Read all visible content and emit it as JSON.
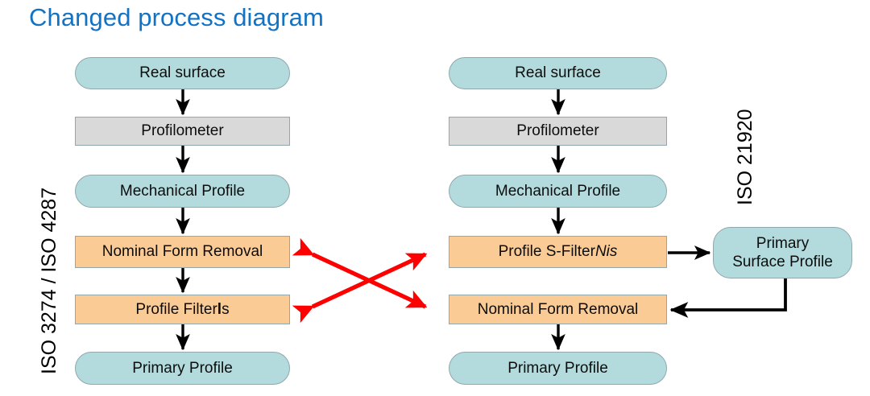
{
  "title": "Changed process diagram",
  "colors": {
    "title": "#1273c4",
    "pill_fill": "#b3dbdd",
    "grey_fill": "#d9d9d9",
    "orange_fill": "#fbcb96",
    "node_border": "#8fa8ad",
    "arrow": "#000000",
    "cross_arrow": "#ff0000"
  },
  "labels": {
    "left": "ISO 3274 / ISO 4287",
    "right": "ISO 21920"
  },
  "left_column": {
    "nodes": [
      {
        "id": "left-real-surface",
        "text": "Real surface",
        "shape": "pill"
      },
      {
        "id": "left-profilometer",
        "text": "Profilometer",
        "shape": "rect-grey"
      },
      {
        "id": "left-mechanical-profile",
        "text": "Mechanical Profile",
        "shape": "pill"
      },
      {
        "id": "left-nominal-form-removal",
        "text": "Nominal Form Removal",
        "shape": "rect-orange"
      },
      {
        "id": "left-profile-filter",
        "text": "Profile Filter ",
        "text_bold": "l",
        "text_tail": "s",
        "shape": "rect-orange"
      },
      {
        "id": "left-primary-profile",
        "text": "Primary Profile",
        "shape": "pill"
      }
    ]
  },
  "right_column": {
    "nodes": [
      {
        "id": "right-real-surface",
        "text": "Real surface",
        "shape": "pill"
      },
      {
        "id": "right-profilometer",
        "text": "Profilometer",
        "shape": "rect-grey"
      },
      {
        "id": "right-mechanical-profile",
        "text": "Mechanical Profile",
        "shape": "pill"
      },
      {
        "id": "right-profile-s-filter",
        "text": "Profile S-Filter ",
        "text_italic": "Nis",
        "shape": "rect-orange"
      },
      {
        "id": "right-nominal-form-removal",
        "text": "Nominal Form Removal",
        "shape": "rect-orange"
      },
      {
        "id": "right-primary-profile",
        "text": "Primary Profile",
        "shape": "pill"
      }
    ],
    "side_node": {
      "id": "primary-surface-profile",
      "line1": "Primary",
      "line2": "Surface Profile",
      "shape": "bubble"
    }
  },
  "cross_arrows": {
    "name": "red-cross-arrows",
    "count": 2,
    "style": "double-headed"
  }
}
